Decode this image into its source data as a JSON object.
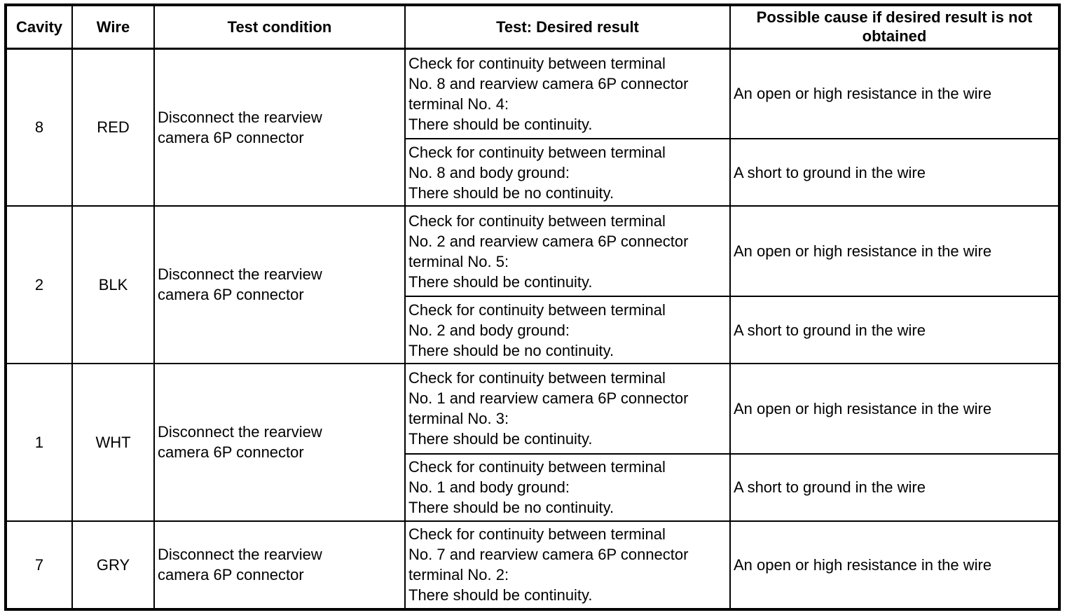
{
  "colors": {
    "background": "#ffffff",
    "text": "#000000",
    "border": "#000000"
  },
  "table": {
    "columns": [
      "Cavity",
      "Wire",
      "Test condition",
      "Test: Desired result",
      "Possible cause if desired result is not obtained"
    ],
    "groups": [
      {
        "cavity": "8",
        "wire": "RED",
        "condition": "Disconnect the rearview\ncamera 6P connector",
        "tests": [
          {
            "test": "Check for continuity between terminal\nNo. 8 and rearview camera 6P connector\nterminal No. 4:\nThere should be continuity.",
            "cause": "An open or high resistance in the wire"
          },
          {
            "test": "Check for continuity between terminal\nNo. 8 and body ground:\nThere should be no continuity.",
            "cause": "A short to ground in the wire"
          }
        ]
      },
      {
        "cavity": "2",
        "wire": "BLK",
        "condition": "Disconnect the rearview\ncamera 6P connector",
        "tests": [
          {
            "test": "Check for continuity between terminal\nNo. 2 and rearview camera 6P connector\nterminal No. 5:\nThere should be continuity.",
            "cause": "An open or high resistance in the wire"
          },
          {
            "test": "Check for continuity between terminal\nNo. 2 and body ground:\nThere should be no continuity.",
            "cause": "A short to ground in the wire"
          }
        ]
      },
      {
        "cavity": "1",
        "wire": "WHT",
        "condition": "Disconnect the rearview\ncamera 6P connector",
        "tests": [
          {
            "test": "Check for continuity between terminal\nNo. 1 and rearview camera 6P connector\nterminal No. 3:\nThere should be continuity.",
            "cause": "An open or high resistance in the wire"
          },
          {
            "test": "Check for continuity between terminal\nNo. 1 and body ground:\nThere should be no continuity.",
            "cause": "A short to ground in the wire"
          }
        ]
      },
      {
        "cavity": "7",
        "wire": "GRY",
        "condition": "Disconnect the rearview\ncamera 6P connector",
        "tests": [
          {
            "test": "Check for continuity between terminal\nNo. 7 and rearview camera 6P connector\nterminal No. 2:\nThere should be continuity.",
            "cause": "An open or high resistance in the wire"
          }
        ]
      }
    ]
  }
}
